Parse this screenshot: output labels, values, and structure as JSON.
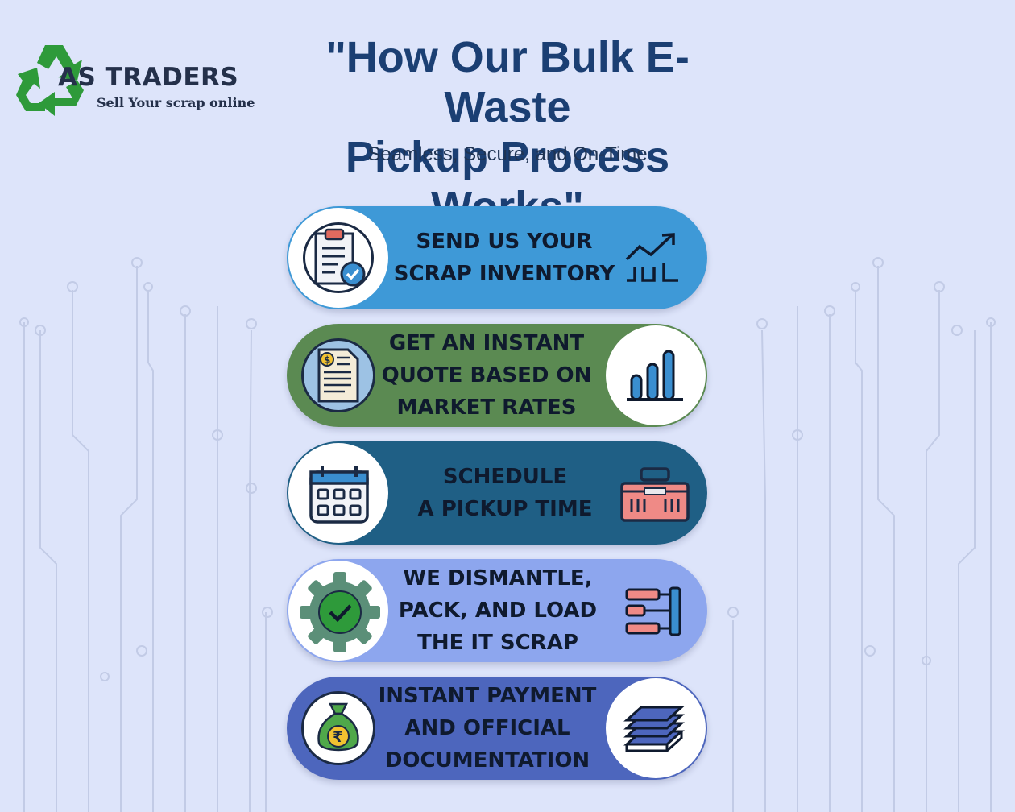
{
  "brand": {
    "name": "AS TRADERS",
    "tagline": "Sell Your scrap online",
    "logo_icon": "recycle-icon",
    "color": "#2e9a3a"
  },
  "header": {
    "title_line1": "\"How Our Bulk E-Waste",
    "title_line2": "Pickup Process Works\"",
    "subtitle": "Seamless, Secure, and On-Time",
    "title_color": "#1b3f73"
  },
  "steps": [
    {
      "lines": [
        "SEND US YOUR",
        "SCRAP INVENTORY"
      ],
      "color": "#3e99d7",
      "main_icon": "clipboard-check-icon",
      "side_icon": "trending-chart-icon"
    },
    {
      "lines": [
        "GET AN INSTANT",
        "QUOTE BASED ON",
        "MARKET RATES"
      ],
      "color": "#5b8a52",
      "main_icon": "invoice-quote-icon",
      "side_icon": "bar-chart-icon"
    },
    {
      "lines": [
        "SCHEDULE",
        "A PICKUP TIME"
      ],
      "color": "#1f5f85",
      "main_icon": "calendar-icon",
      "side_icon": "toolbox-icon"
    },
    {
      "lines": [
        "WE DISMANTLE,",
        "PACK, AND LOAD",
        "THE IT SCRAP"
      ],
      "color": "#8da6ee",
      "main_icon": "gear-check-icon",
      "side_icon": "hierarchy-icon"
    },
    {
      "lines": [
        "INSTANT PAYMENT",
        "AND OFFICIAL",
        "DOCUMENTATION"
      ],
      "color": "#4d66bd",
      "main_icon": "money-bag-rupee-icon",
      "side_icon": "document-stack-icon"
    }
  ]
}
